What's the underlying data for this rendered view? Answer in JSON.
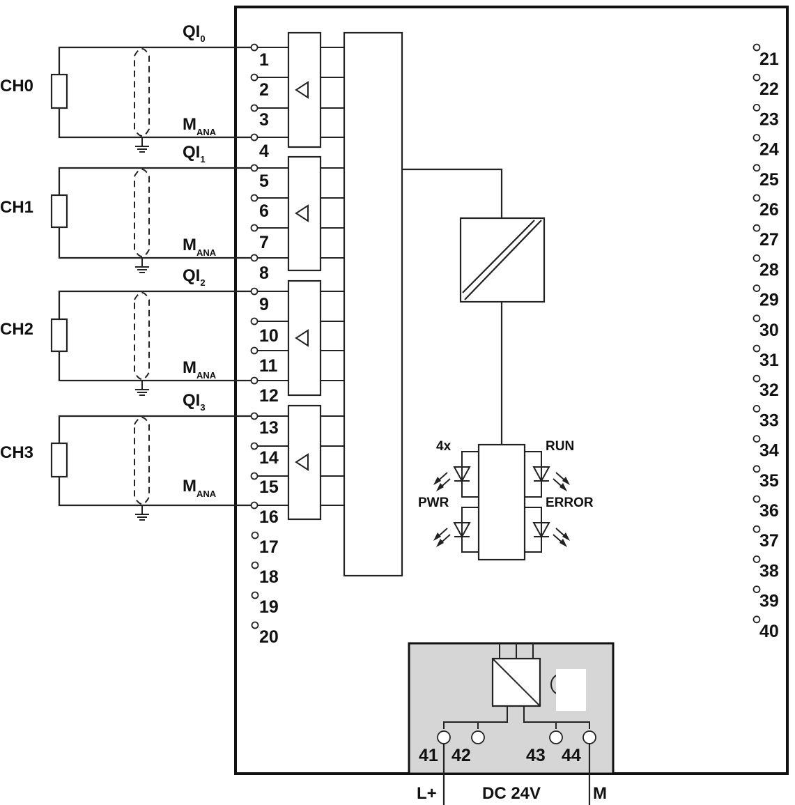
{
  "channels": [
    {
      "label": "CH0",
      "signal_main": "QI",
      "signal_sub": "0",
      "return_main": "M",
      "return_sub": "ANA",
      "terminals": [
        "1",
        "2",
        "3",
        "4"
      ]
    },
    {
      "label": "CH1",
      "signal_main": "QI",
      "signal_sub": "1",
      "return_main": "M",
      "return_sub": "ANA",
      "terminals": [
        "5",
        "6",
        "7",
        "8"
      ]
    },
    {
      "label": "CH2",
      "signal_main": "QI",
      "signal_sub": "2",
      "return_main": "M",
      "return_sub": "ANA",
      "terminals": [
        "9",
        "10",
        "11",
        "12"
      ]
    },
    {
      "label": "CH3",
      "signal_main": "QI",
      "signal_sub": "3",
      "return_main": "M",
      "return_sub": "ANA",
      "terminals": [
        "13",
        "14",
        "15",
        "16"
      ]
    }
  ],
  "extra_left_terminals": [
    "17",
    "18",
    "19",
    "20"
  ],
  "right_terminals": [
    "21",
    "22",
    "23",
    "24",
    "25",
    "26",
    "27",
    "28",
    "29",
    "30",
    "31",
    "32",
    "33",
    "34",
    "35",
    "36",
    "37",
    "38",
    "39",
    "40"
  ],
  "leds": {
    "group": "4x",
    "power": "PWR",
    "run": "RUN",
    "error": "ERROR"
  },
  "power_supply": {
    "terminals": [
      "41",
      "42",
      "43",
      "44"
    ],
    "plus": "L+",
    "voltage": "DC 24V",
    "minus": "M"
  },
  "colors": {
    "line": "#222222",
    "supply_panel": "#d6d6d6",
    "background": "#ffffff"
  }
}
